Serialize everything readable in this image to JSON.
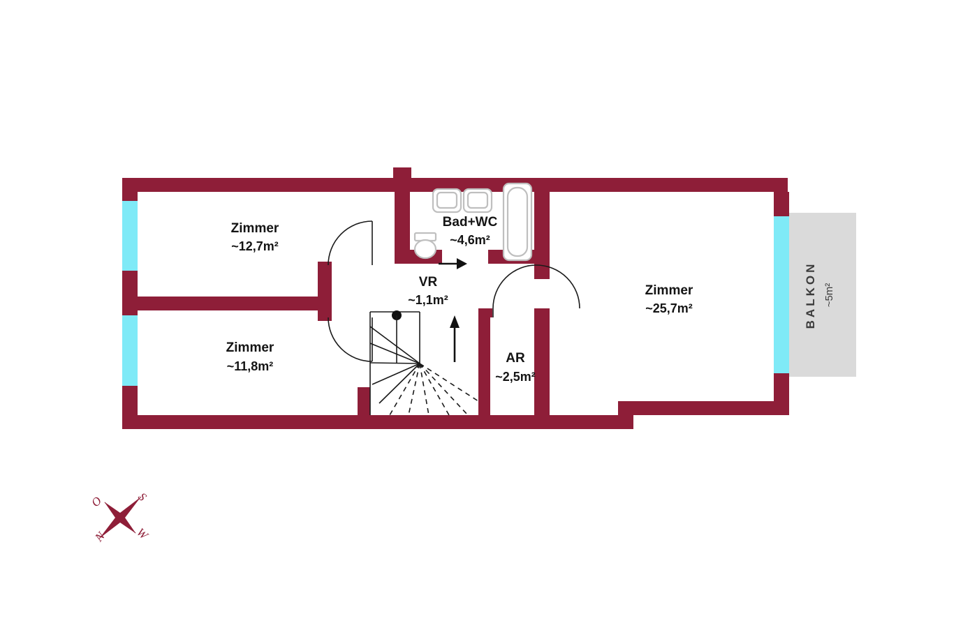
{
  "floorplan": {
    "rooms": [
      {
        "name": "Zimmer",
        "area": "~12,7m²"
      },
      {
        "name": "Zimmer",
        "area": "~11,8m²"
      },
      {
        "name": "Bad+WC",
        "area": "~4,6m²"
      },
      {
        "name": "VR",
        "area": "~1,1m²"
      },
      {
        "name": "AR",
        "area": "~2,5m²"
      },
      {
        "name": "Zimmer",
        "area": "~25,7m²"
      }
    ],
    "balcony": {
      "label": "BALKON",
      "area": "~5m²"
    },
    "compass": {
      "s": "S",
      "o": "O",
      "n": "N",
      "w": "W"
    },
    "colors": {
      "wall": "#8e1e38",
      "window": "#7feaf7",
      "balcony": "#dadada",
      "fixture": "#bfbfbf"
    }
  }
}
